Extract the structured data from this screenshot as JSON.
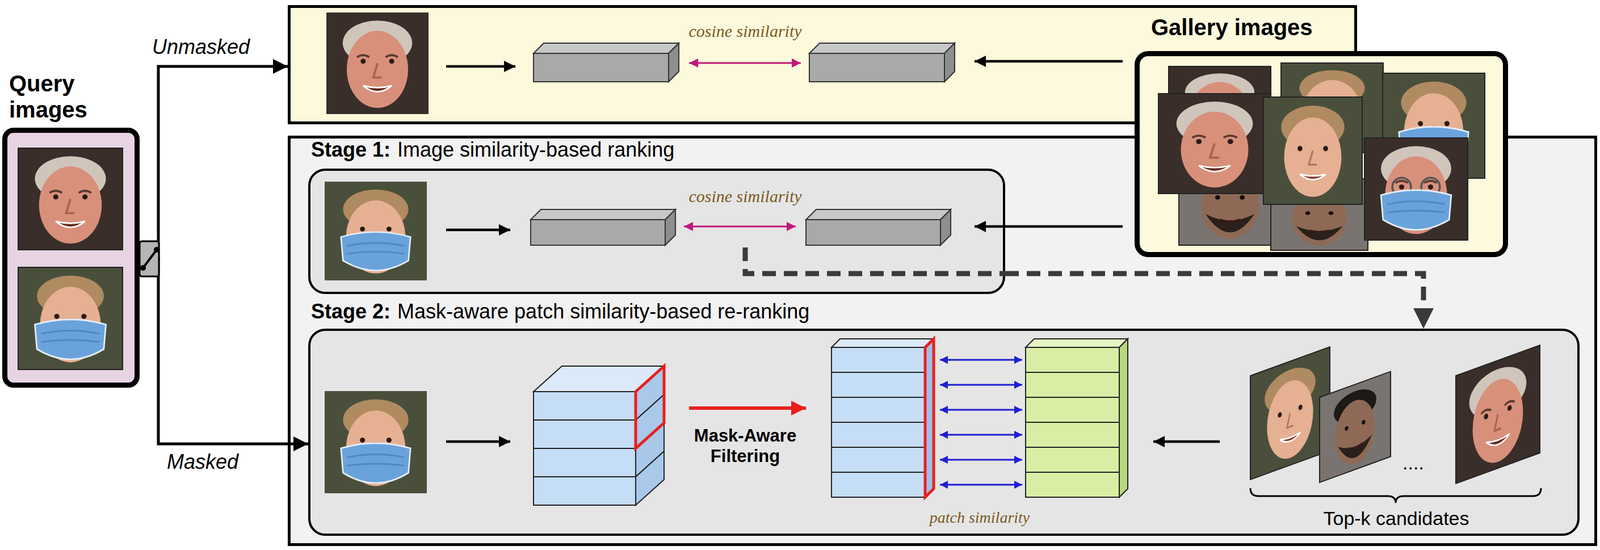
{
  "diagram": {
    "nodes": [
      {
        "text": [
          "Query images"
        ]
      },
      {
        "text": [
          "cosine similarity"
        ]
      },
      {
        "text": [
          "Gallery images"
        ]
      },
      {
        "text": [
          "Stage 1:",
          "Image similarity-based ranking",
          "cosine similarity"
        ]
      },
      {
        "text": [
          "Stage 2:",
          "Mask-aware patch similarity-based re-ranking"
        ]
      }
    ],
    "edges": [
      {
        "from": 0,
        "to": 1,
        "arrow": "to",
        "label": "Unmasked"
      },
      {
        "from": 0,
        "to": 4,
        "arrow": "to",
        "label": "Masked"
      },
      {
        "from": 3,
        "to": 4,
        "arrow": "to"
      }
    ],
    "labels": [
      "Mask-Aware Filtering",
      "patch similarity",
      "....",
      "Top-k candidates"
    ]
  }
}
